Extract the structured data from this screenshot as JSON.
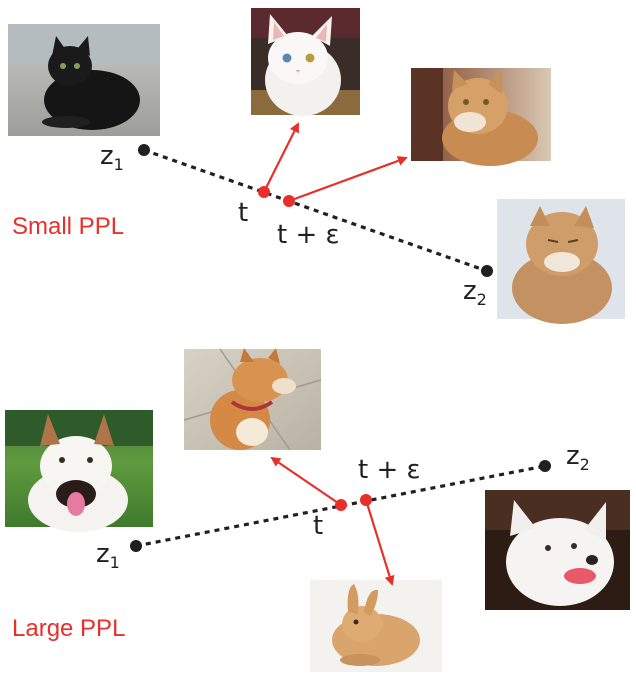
{
  "colors": {
    "accent_red": "#e8302a",
    "line": "#231f20",
    "text": "#231f20"
  },
  "small_ppl": {
    "title": "Small PPL",
    "z1_label": "z",
    "z1_sub": "1",
    "z2_label": "z",
    "z2_sub": "2",
    "t_label": "t",
    "t_eps_label": "t + ε",
    "images": {
      "start": "black-cat-photo",
      "t": "white-cat-photo",
      "t_eps": "orange-tabby-cat-photo",
      "end": "fluffy-orange-cat-photo"
    }
  },
  "large_ppl": {
    "title": "Large PPL",
    "z1_label": "z",
    "z1_sub": "1",
    "z2_label": "z",
    "z2_sub": "2",
    "t_label": "t",
    "t_eps_label": "t + ε",
    "images": {
      "start": "white-pitbull-dog-photo",
      "t": "shiba-inu-dog-photo",
      "t_eps": "rabbit-photo",
      "end": "white-fluffy-dog-photo"
    }
  }
}
